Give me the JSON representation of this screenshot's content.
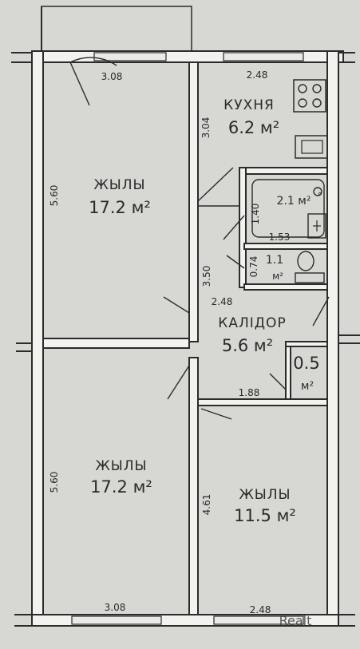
{
  "rooms": {
    "living1": {
      "name": "ЖЫЛЫ",
      "area": "17.2 м²"
    },
    "kitchen": {
      "name": "КУХНЯ",
      "area": "6.2 м²"
    },
    "bath": {
      "area": "2.1 м²"
    },
    "wc": {
      "area": "1.1",
      "unit": "м²"
    },
    "corridor": {
      "name": "КАЛІДОР",
      "area": "5.6 м²"
    },
    "closet": {
      "area": "0.5",
      "unit": "м²"
    },
    "living2": {
      "name": "ЖЫЛЫ",
      "area": "17.2 м²"
    },
    "living3": {
      "name": "ЖЫЛЫ",
      "area": "11.5 м²"
    }
  },
  "dimensions": {
    "top_left": "3.08",
    "top_right": "2.48",
    "left_upper": "5.60",
    "kitchen_h": "3.04",
    "bath_h": "1.40",
    "bath_w": "1.53",
    "wc_h": "0.74",
    "corridor_h": "3.50",
    "corridor_w": "2.48",
    "closet_w": "1.88",
    "left_lower": "5.60",
    "room3_h": "4.61",
    "bottom_left": "3.08",
    "bottom_right": "2.48"
  },
  "watermark": "Realt"
}
